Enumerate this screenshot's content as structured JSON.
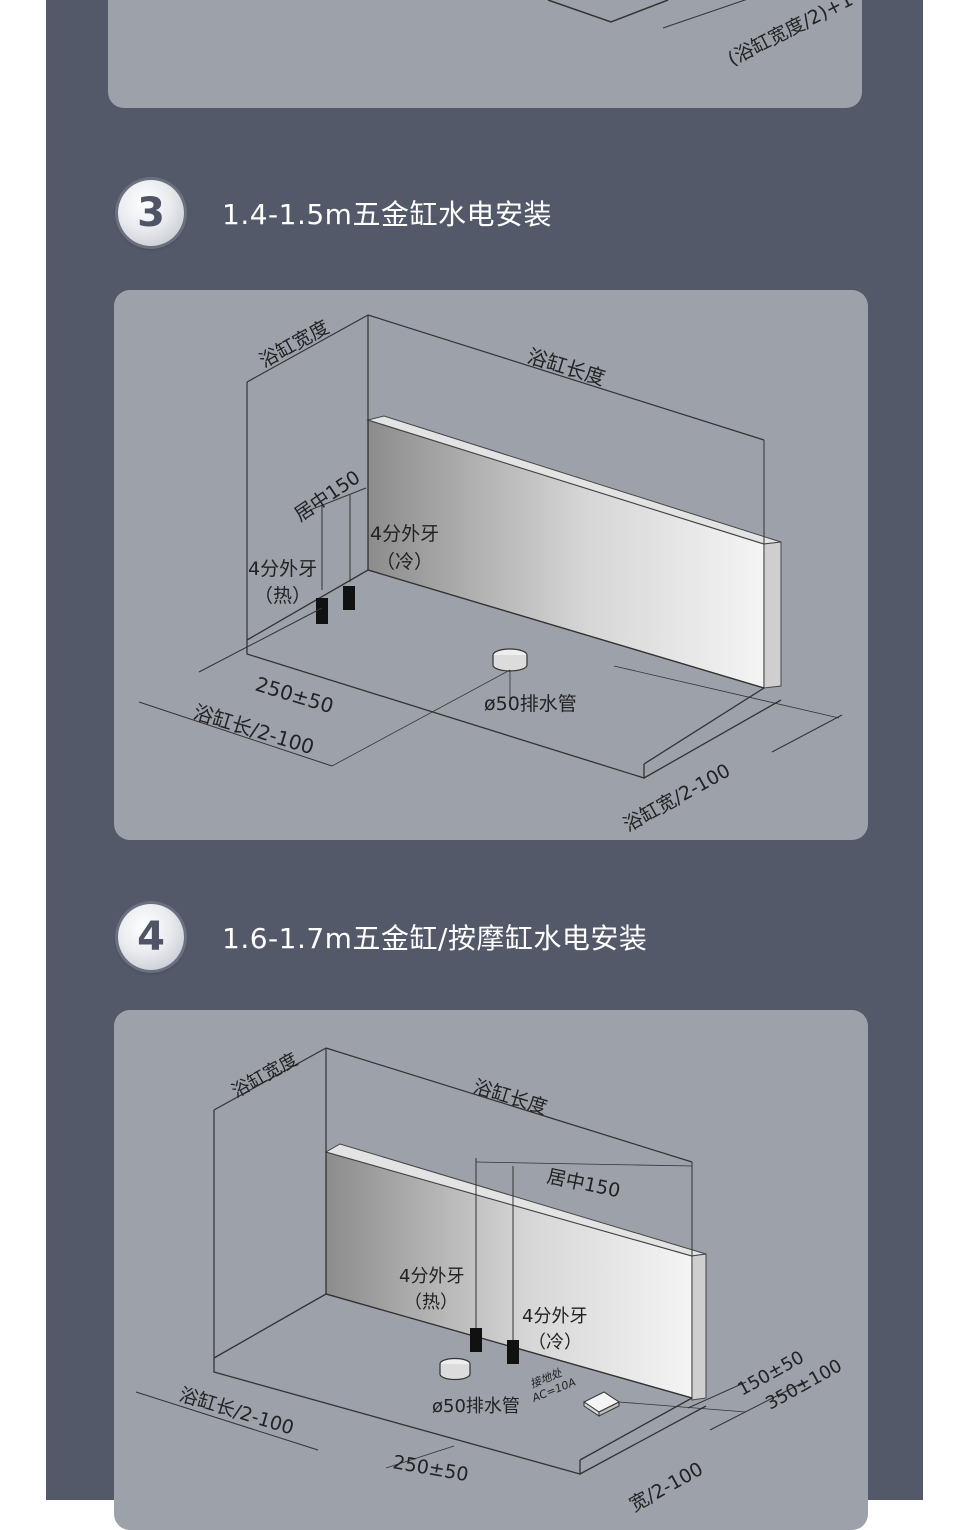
{
  "section2": {
    "partial_label": "(浴缸宽度/2)+1"
  },
  "section3": {
    "number": "3",
    "title": "1.4-1.5m五金缸水电安装",
    "labels": {
      "width": "浴缸宽度",
      "length": "浴缸长度",
      "center": "居中150",
      "cold_thread": "4分外牙",
      "cold_note": "（冷）",
      "hot_thread": "4分外牙",
      "hot_note": "（热）",
      "offset": "250±50",
      "half_length": "浴缸长/2-100",
      "drain": "ø50排水管",
      "half_width": "浴缸宽/2-100"
    }
  },
  "section4": {
    "number": "4",
    "title": "1.6-1.7m五金缸/按摩缸水电安装",
    "labels": {
      "width": "浴缸宽度",
      "length": "浴缸长度",
      "center": "居中150",
      "hot_thread": "4分外牙",
      "hot_note": "（热）",
      "cold_thread": "4分外牙",
      "cold_note": "（冷）",
      "socket": "接地处",
      "socket_spec": "AC=10A",
      "dim_a": "150±50",
      "dim_b": "350±100",
      "half_length": "浴缸长/2-100",
      "drain": "ø50排水管",
      "offset": "250±50",
      "half_width": "宽/2-100"
    }
  },
  "colors": {
    "page_bg": "#535969",
    "panel_bg": "#9da1aa",
    "title": "#ffffff",
    "line": "#333333"
  }
}
